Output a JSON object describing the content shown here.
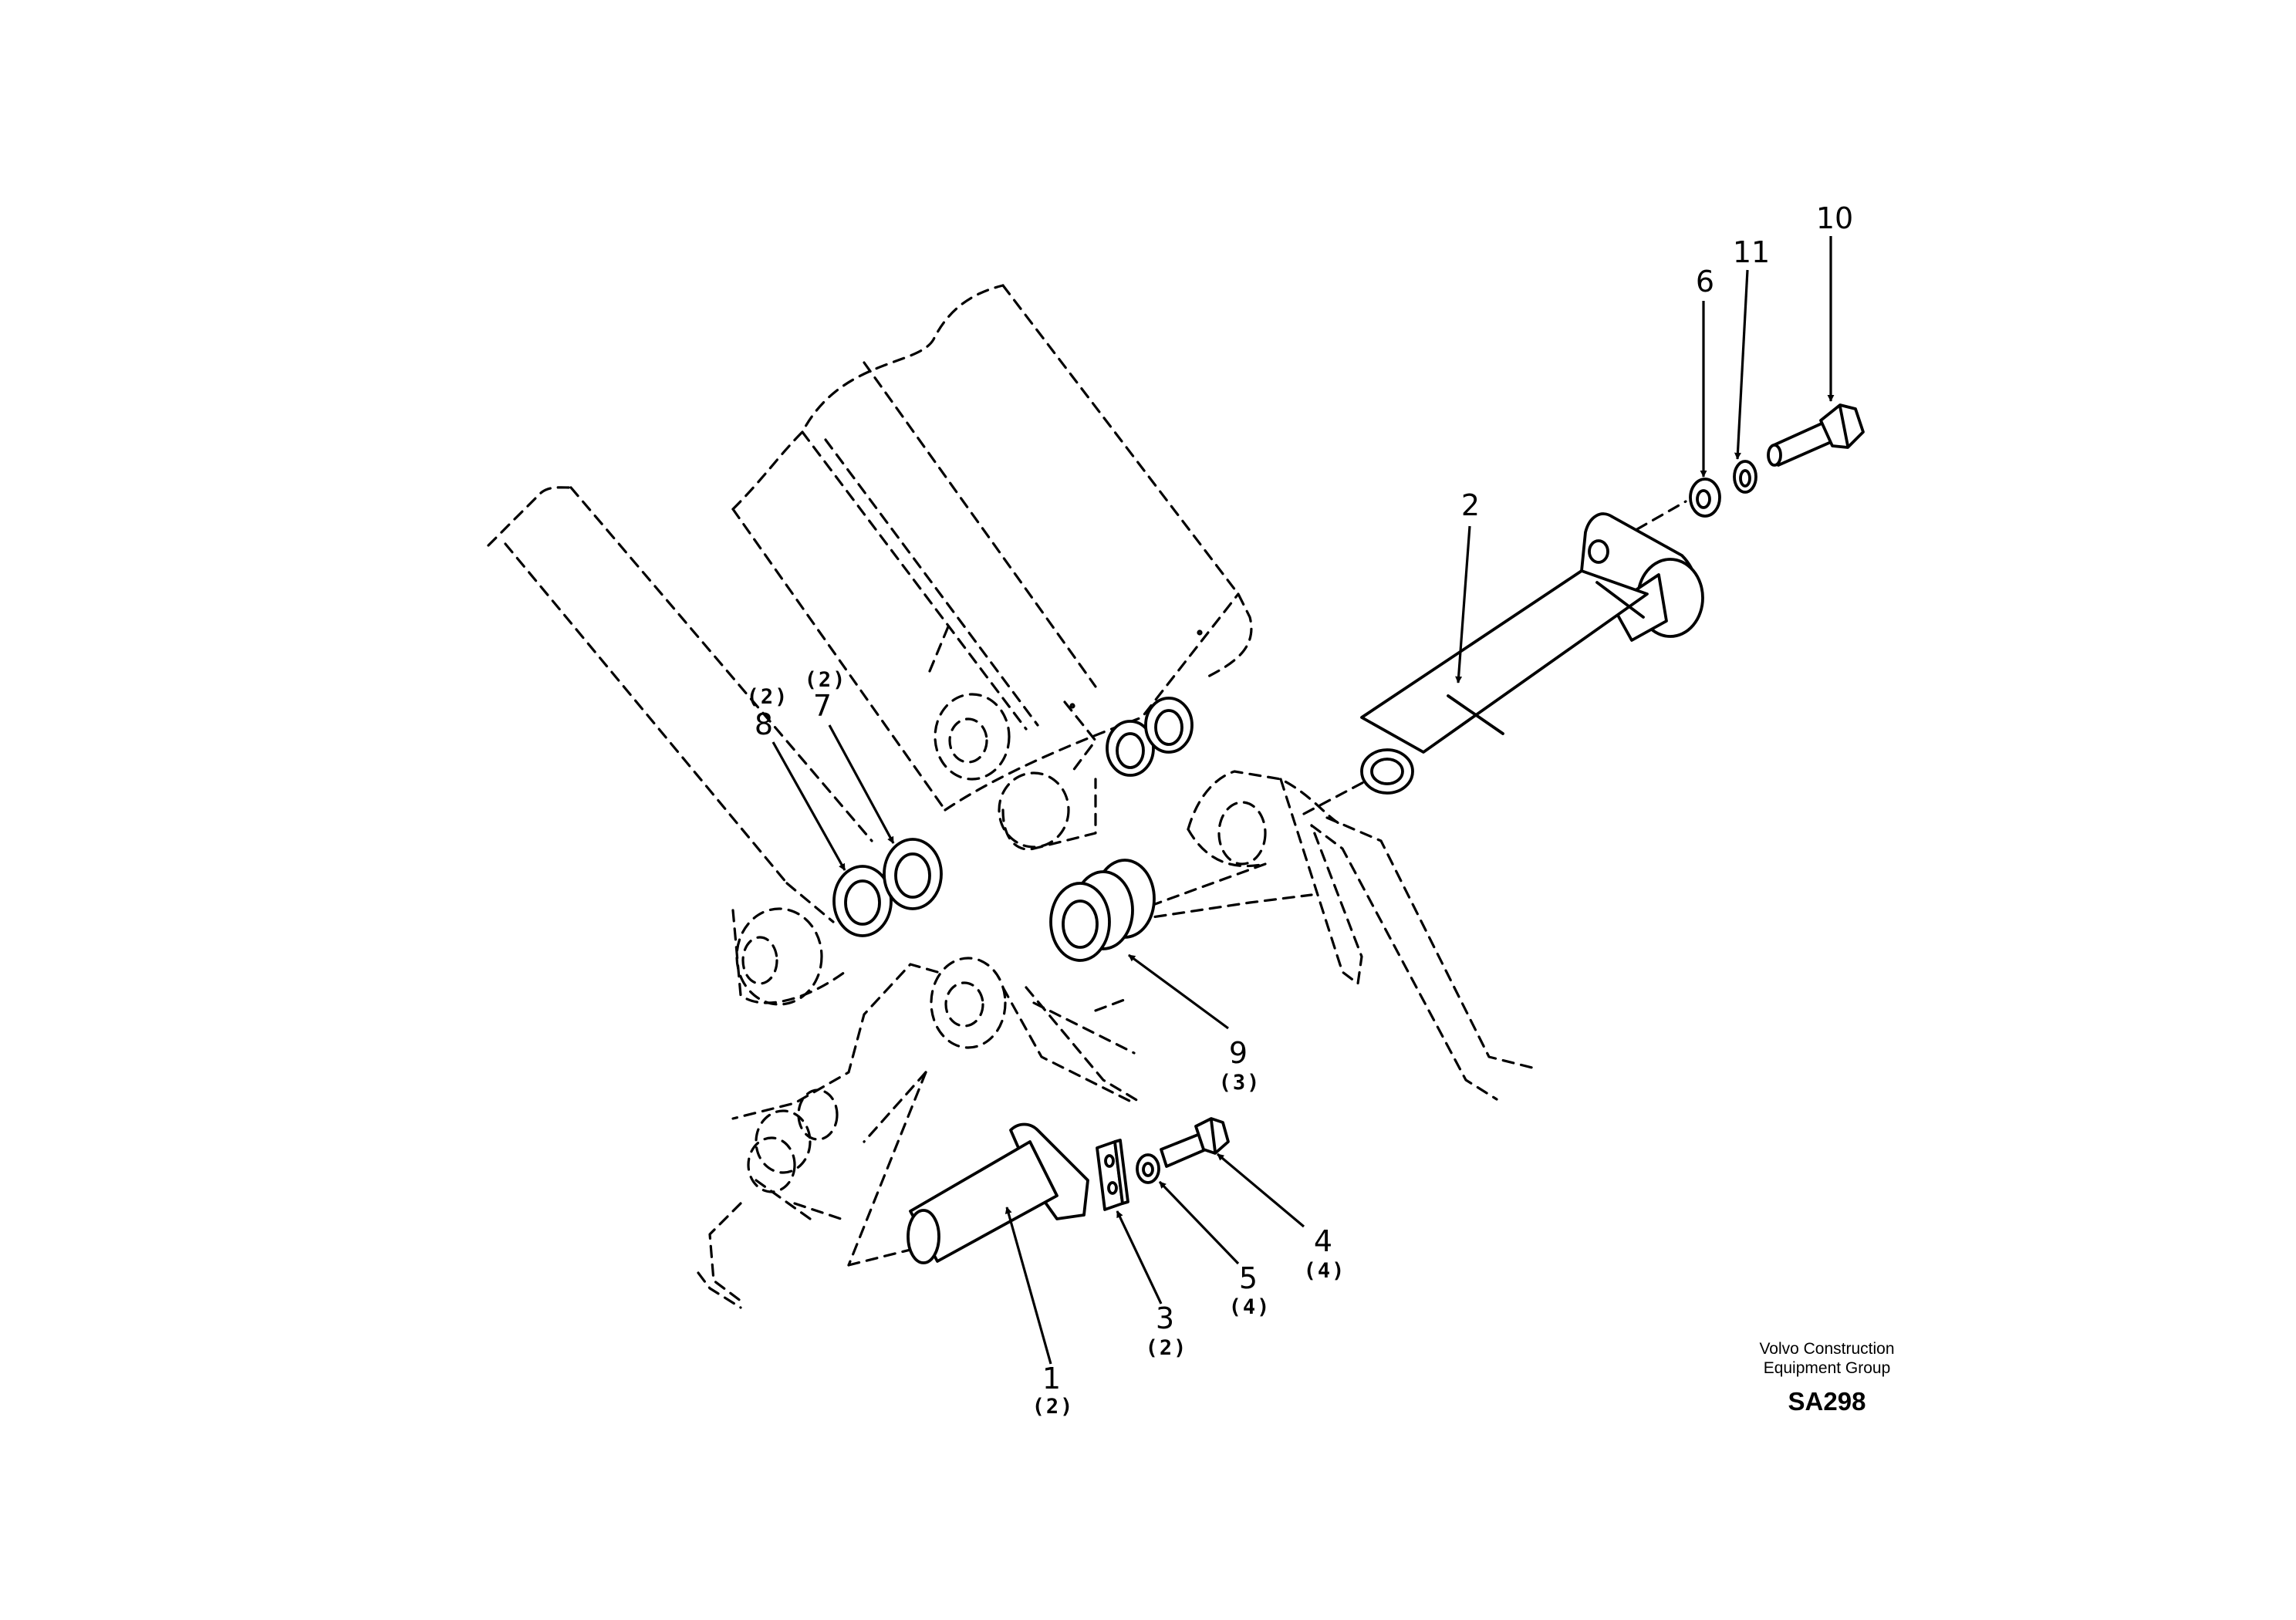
{
  "callouts": [
    {
      "num": "1",
      "qty": "(2)"
    },
    {
      "num": "2",
      "qty": ""
    },
    {
      "num": "3",
      "qty": "(2)"
    },
    {
      "num": "4",
      "qty": "(4)"
    },
    {
      "num": "5",
      "qty": "(4)"
    },
    {
      "num": "6",
      "qty": ""
    },
    {
      "num": "7",
      "qty": "(2)"
    },
    {
      "num": "8",
      "qty": "(2)"
    },
    {
      "num": "9",
      "qty": "(3)"
    },
    {
      "num": "10",
      "qty": ""
    },
    {
      "num": "11",
      "qty": ""
    }
  ],
  "caption": {
    "line1": "Volvo Construction",
    "line2": "Equipment Group",
    "code": "SA298"
  }
}
